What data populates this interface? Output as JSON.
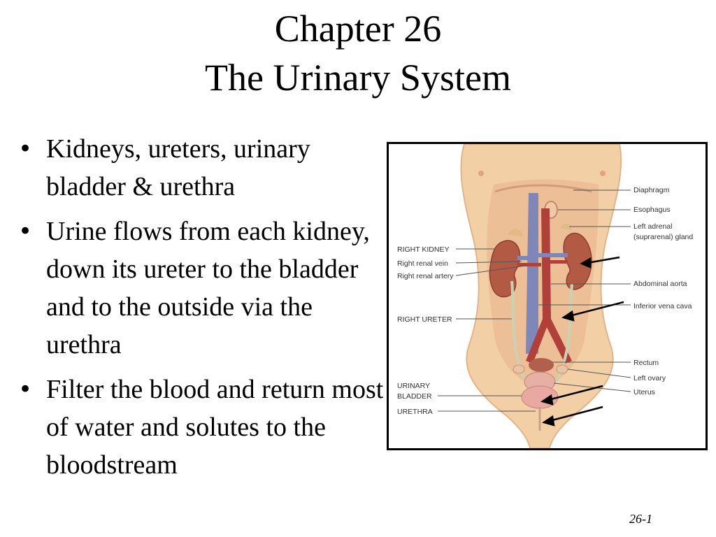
{
  "slide": {
    "title_line1": "Chapter 26",
    "title_line2": "The Urinary System",
    "bullets": [
      "Kidneys, ureters, urinary bladder & urethra",
      "Urine flows from each kidney, down its ureter to the bladder and to the outside via the urethra",
      "Filter the blood and return most of water and solutes to the bloodstream"
    ],
    "page_number": "26-1"
  },
  "figure": {
    "labels_left": {
      "right_kidney": "RIGHT KIDNEY",
      "right_renal_vein": "Right renal vein",
      "right_renal_artery": "Right renal artery",
      "right_ureter": "RIGHT URETER",
      "urinary": "URINARY",
      "bladder": "BLADDER",
      "urethra": "URETHRA"
    },
    "labels_right": {
      "diaphragm": "Diaphragm",
      "esophagus": "Esophagus",
      "left_adrenal": "Left adrenal",
      "suprarenal_gland": "(suprarenal) gland",
      "abdominal_aorta": "Abdominal aorta",
      "inferior_vena_cava": "Inferior vena cava",
      "rectum": "Rectum",
      "left_ovary": "Left ovary",
      "uterus": "Uterus"
    },
    "colors": {
      "skin": "#f3cfa6",
      "kidney": "#b35a45",
      "vein": "#7f86b8",
      "artery": "#b0403a",
      "ureter": "#c9d3b4",
      "bladder": "#e9a9a2"
    }
  }
}
